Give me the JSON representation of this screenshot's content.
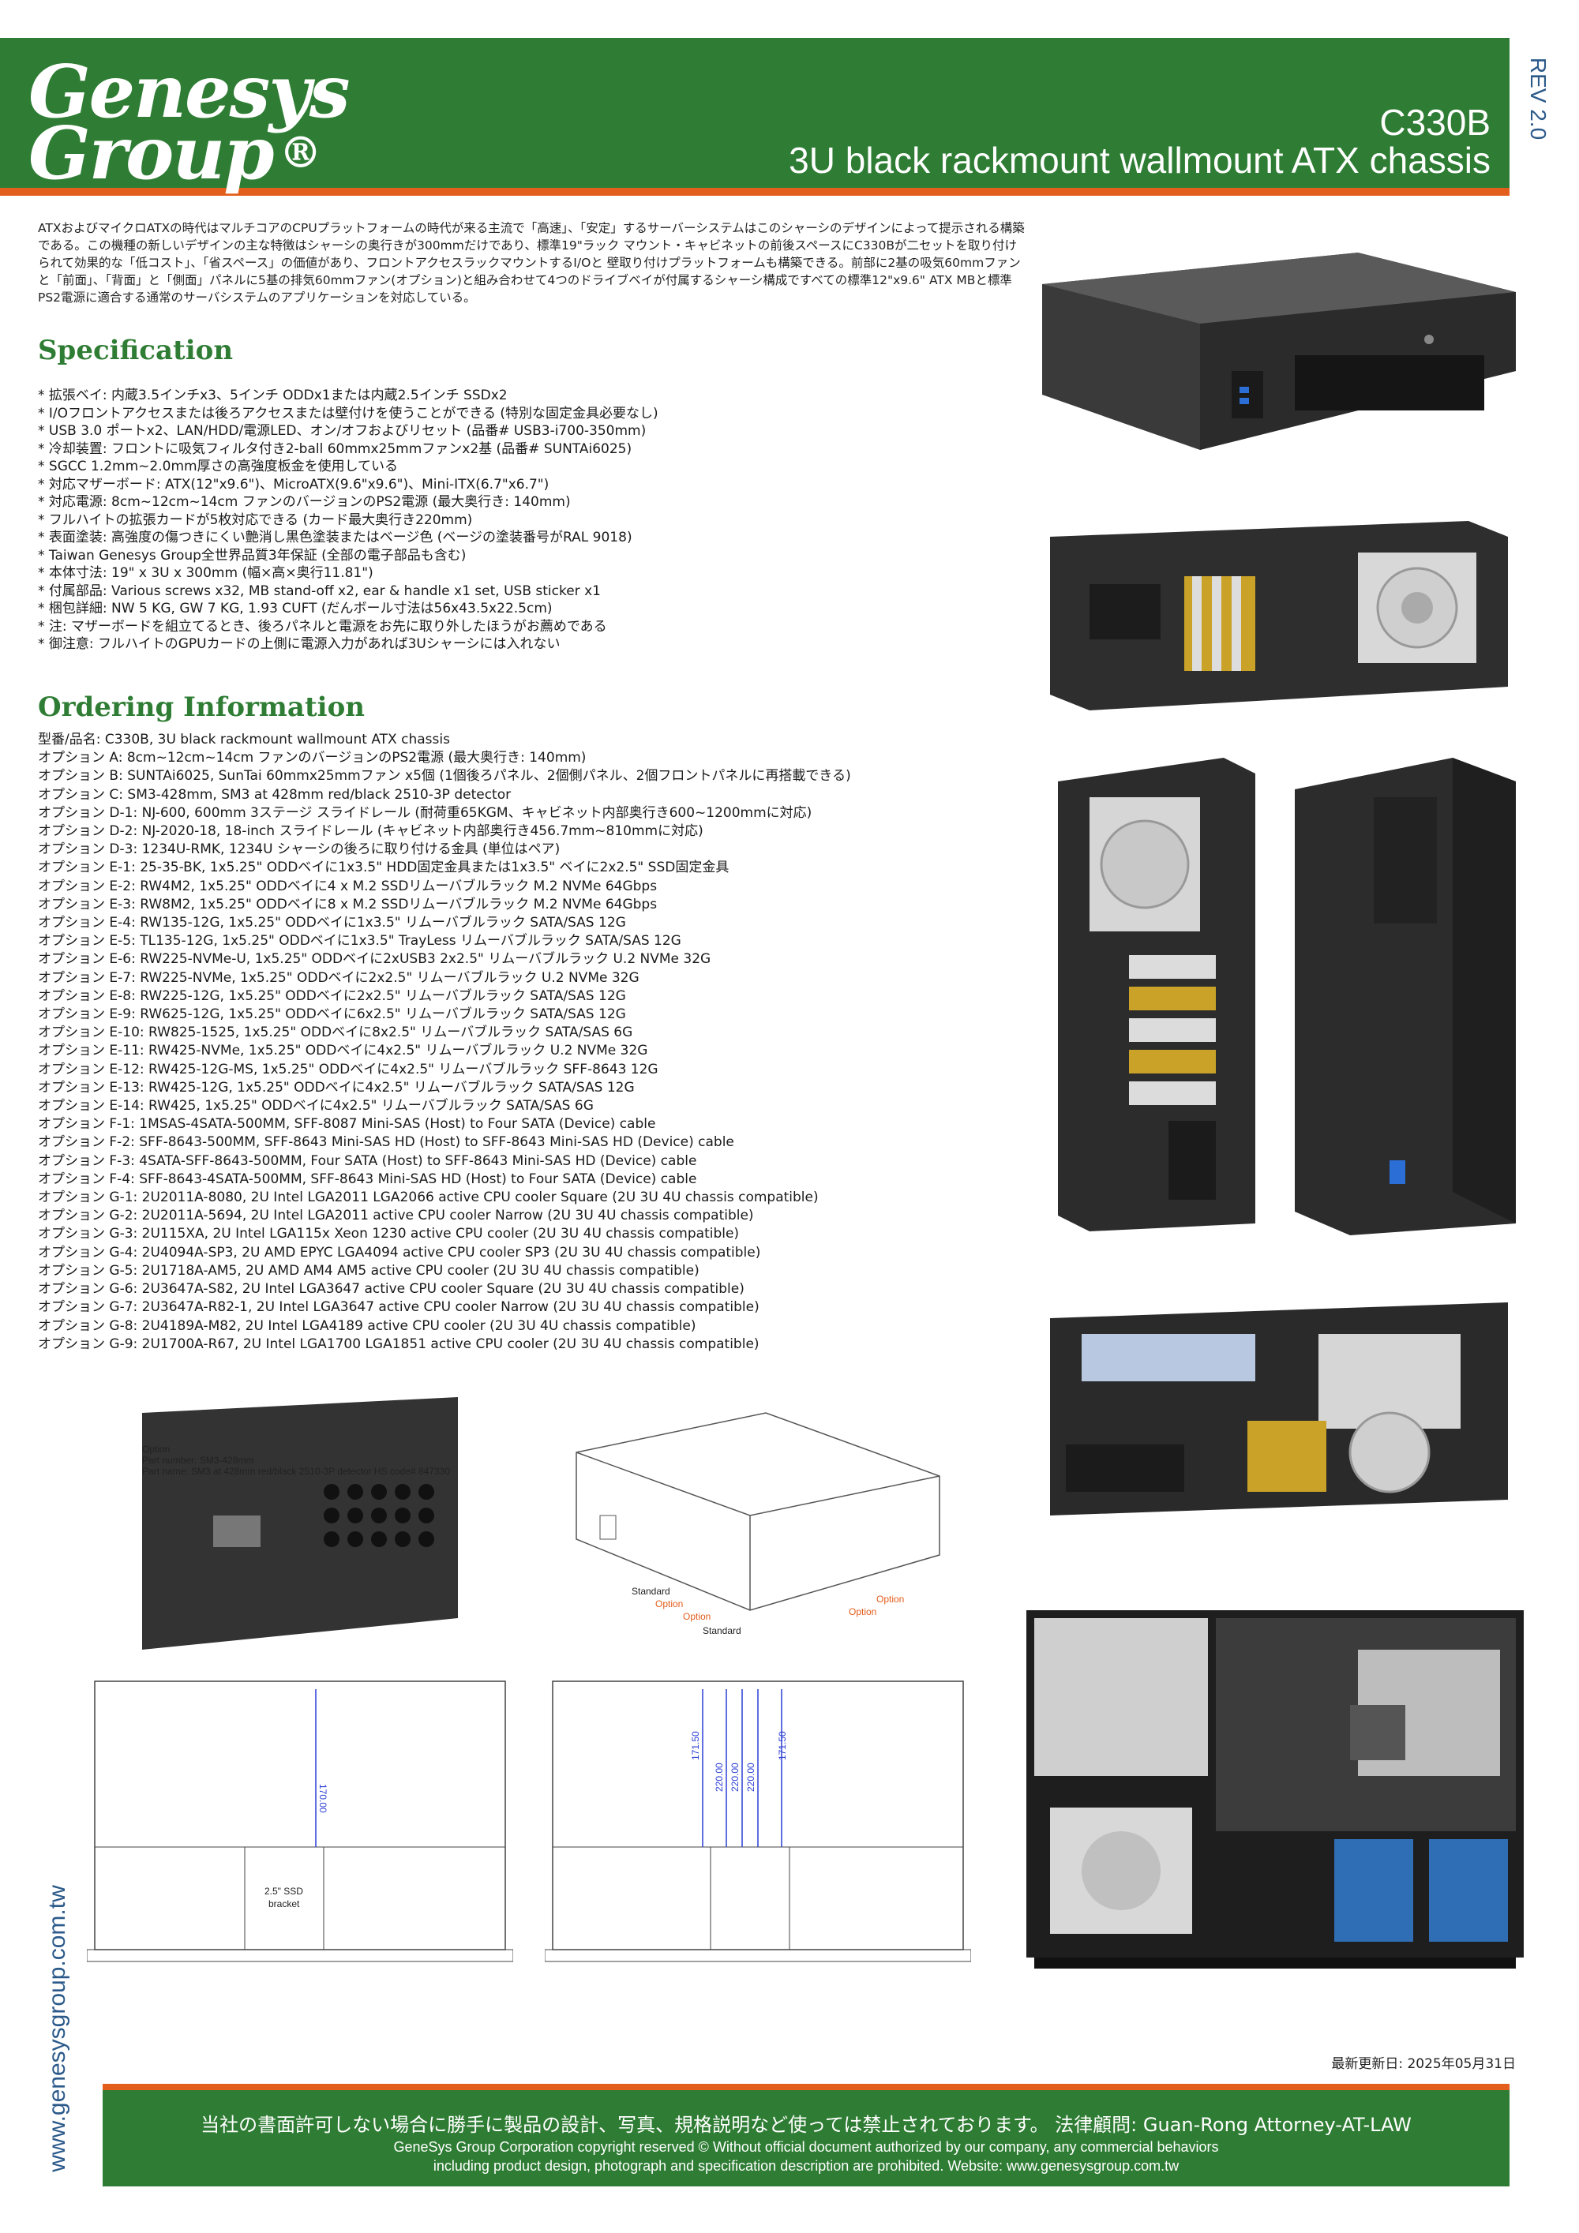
{
  "header": {
    "logo_line1": "Genesys",
    "logo_line2": "Group",
    "logo_reg": "®",
    "model": "C330B",
    "description": "3U black rackmount wallmount ATX chassis",
    "revision": "REV 2.0"
  },
  "intro": "ATXおよびマイクロATXの時代はマルチコアのCPUプラットフォームの時代が来る主流で「高速」、「安定」するサーバーシステムはこのシャーシのデザインによって提示される構築である。この機種の新しいデザインの主な特徴はシャーシの奥行きが300mmだけであり、標準19\"ラック マウント・キャビネットの前後スペースにC330Bが二セットを取り付けられて効果的な「低コスト」、「省スペース」の価値があり、フロントアクセスラックマウントするI/Oと 壁取り付けプラットフォームも構築できる。前部に2基の吸気60mmファンと「前面」、「背面」と「側面」パネルに5基の排気60mmファン(オプション)と組み合わせて4つのドライブベイが付属するシャーシ構成ですべての標準12\"x9.6\" ATX MBと標準PS2電源に適合する通常のサーバシステムのアプリケーションを対応している。",
  "specification": {
    "title": "Specification",
    "items": [
      "拡張ベイ: 内蔵3.5インチx3、5インチ ODDx1または内蔵2.5インチ SSDx2",
      "I/Oフロントアクセスまたは後ろアクセスまたは壁付けを使うことができる (特別な固定金具必要なし)",
      "USB 3.0 ポートx2、LAN/HDD/電源LED、オン/オフおよびリセット (品番# USB3-i700-350mm)",
      "冷却装置: フロントに吸気フィルタ付き2-ball 60mmx25mmファンx2基 (品番# SUNTAi6025)",
      "SGCC 1.2mm~2.0mm厚さの高強度板金を使用している",
      "対応マザーボード: ATX(12\"x9.6\")、MicroATX(9.6\"x9.6\")、Mini-ITX(6.7\"x6.7\")",
      "対応電源: 8cm~12cm~14cm ファンのバージョンのPS2電源 (最大奥行き: 140mm)",
      "フルハイトの拡張カードが5枚対応できる (カード最大奥行き220mm)",
      "表面塗装: 高強度の傷つきにくい艶消し黒色塗装またはベージ色 (ベージの塗装番号がRAL 9018)",
      "Taiwan Genesys Group全世界品質3年保証 (全部の電子部品も含む)",
      "本体寸法: 19\" x 3U x 300mm (幅×高×奥行11.81\")",
      "付属部品: Various screws x32, MB stand-off x2, ear & handle x1 set, USB sticker x1",
      "梱包詳細: NW 5 KG, GW 7 KG, 1.93 CUFT (だんボール寸法は56x43.5x22.5cm)",
      "注: マザーボードを組立てるとき、後ろパネルと電源をお先に取り外したほうがお薦めである",
      "御注意: フルハイトのGPUカードの上側に電源入力があれば3Uシャーシには入れない"
    ]
  },
  "ordering": {
    "title": "Ordering Information",
    "items": [
      "型番/品名: C330B, 3U black rackmount wallmount ATX chassis",
      "オプション A: 8cm~12cm~14cm ファンのバージョンのPS2電源 (最大奥行き: 140mm)",
      "オプション B: SUNTAi6025, SunTai 60mmx25mmファン x5個 (1個後ろパネル、2個側パネル、2個フロントパネルに再搭載できる)",
      "オプション C: SM3-428mm, SM3 at 428mm red/black 2510-3P detector",
      "オプション D-1: NJ-600, 600mm 3ステージ スライドレール (耐荷重65KGM、キャビネット内部奥行き600~1200mmに対応)",
      "オプション D-2: NJ-2020-18, 18-inch スライドレール (キャビネット内部奥行き456.7mm~810mmに対応)",
      "オプション D-3: 1234U-RMK, 1234U シャーシの後ろに取り付ける金具 (単位はペア)",
      "オプション E-1: 25-35-BK, 1x5.25\" ODDベイに1x3.5\" HDD固定金具または1x3.5\" ベイに2x2.5\" SSD固定金具",
      "オプション E-2: RW4M2, 1x5.25\" ODDベイに4 x M.2 SSDリムーバブルラック M.2 NVMe 64Gbps",
      "オプション E-3: RW8M2, 1x5.25\" ODDベイに8 x M.2 SSDリムーバブルラック M.2 NVMe 64Gbps",
      "オプション E-4: RW135-12G, 1x5.25\" ODDベイに1x3.5\" リムーバブルラック SATA/SAS 12G",
      "オプション E-5: TL135-12G, 1x5.25\" ODDベイに1x3.5\" TrayLess リムーバブルラック SATA/SAS 12G",
      "オプション E-6: RW225-NVMe-U, 1x5.25\" ODDベイに2xUSB3 2x2.5\" リムーバブルラック U.2 NVMe 32G",
      "オプション E-7: RW225-NVMe, 1x5.25\" ODDベイに2x2.5\" リムーバブルラック U.2 NVMe 32G",
      "オプション E-8: RW225-12G, 1x5.25\" ODDベイに2x2.5\" リムーバブルラック SATA/SAS 12G",
      "オプション E-9: RW625-12G, 1x5.25\" ODDベイに6x2.5\" リムーバブルラック SATA/SAS 12G",
      "オプション E-10: RW825-1525, 1x5.25\" ODDベイに8x2.5\" リムーバブルラック SATA/SAS 6G",
      "オプション E-11: RW425-NVMe, 1x5.25\" ODDベイに4x2.5\" リムーバブルラック U.2 NVMe 32G",
      "オプション E-12: RW425-12G-MS, 1x5.25\" ODDベイに4x2.5\" リムーバブルラック SFF-8643 12G",
      "オプション E-13: RW425-12G, 1x5.25\" ODDベイに4x2.5\" リムーバブルラック SATA/SAS 12G",
      "オプション E-14: RW425, 1x5.25\" ODDベイに4x2.5\" リムーバブルラック SATA/SAS 6G",
      "オプション F-1: 1MSAS-4SATA-500MM, SFF-8087 Mini-SAS (Host) to Four SATA (Device) cable",
      "オプション F-2: SFF-8643-500MM, SFF-8643 Mini-SAS HD (Host) to SFF-8643 Mini-SAS HD (Device) cable",
      "オプション F-3: 4SATA-SFF-8643-500MM, Four SATA (Host) to SFF-8643 Mini-SAS HD (Device) cable",
      "オプション F-4: SFF-8643-4SATA-500MM, SFF-8643 Mini-SAS HD (Host) to Four SATA (Device) cable",
      "オプション G-1: 2U2011A-8080, 2U Intel LGA2011 LGA2066 active CPU cooler Square (2U 3U 4U chassis compatible)",
      "オプション G-2: 2U2011A-5694, 2U Intel LGA2011 active CPU cooler Narrow (2U 3U 4U chassis compatible)",
      "オプション G-3: 2U115XA, 2U Intel LGA115x Xeon 1230 active CPU cooler (2U 3U 4U chassis compatible)",
      "オプション G-4: 2U4094A-SP3, 2U AMD EPYC LGA4094 active CPU cooler SP3 (2U 3U 4U chassis compatible)",
      "オプション G-5: 2U1718A-AM5, 2U AMD AM4 AM5 active CPU cooler (2U 3U 4U chassis compatible)",
      "オプション G-6: 2U3647A-S82, 2U Intel LGA3647 active CPU cooler Square (2U 3U 4U chassis compatible)",
      "オプション G-7: 2U3647A-R82-1, 2U Intel LGA3647 active CPU cooler Narrow (2U 3U 4U chassis compatible)",
      "オプション G-8: 2U4189A-M82, 2U Intel LGA4189 active CPU cooler (2U 3U 4U chassis compatible)",
      "オプション G-9: 2U1700A-R67, 2U Intel LGA1700 LGA1851 active CPU cooler (2U 3U 4U chassis compatible)"
    ]
  },
  "drawings": {
    "option_label": "Option",
    "part_number": "Part number: SM3-428mm",
    "part_name": "Part name: SM3 at 428mm red/black 2510-3P detector HS code# 847330",
    "standard": "Standard",
    "option": "Option",
    "dim_170": "170.00",
    "dim_171_50": "171.50",
    "dim_220": "220.00",
    "ssd_bracket_line1": "2.5\" SSD",
    "ssd_bracket_line2": "bracket"
  },
  "footer": {
    "website_vertical": "www.genesysgroup.com.tw",
    "updated": "最新更新日: 2025年05月31日",
    "line1": "当社の書面許可しない場合に勝手に製品の設計、写真、規格説明など使っては禁止されております。 法律顧問: Guan-Rong Attorney-AT-LAW",
    "line2": "GeneSys Group Corporation copyright reserved ©   Without official document authorized by our company, any commercial behaviors",
    "line3": "including product design, photograph and specification description are prohibited. Website: www.genesysgroup.com.tw"
  },
  "colors": {
    "brand_green": "#2f7d34",
    "accent_orange": "#e35d1c",
    "rev_blue": "#2b5a8a"
  }
}
